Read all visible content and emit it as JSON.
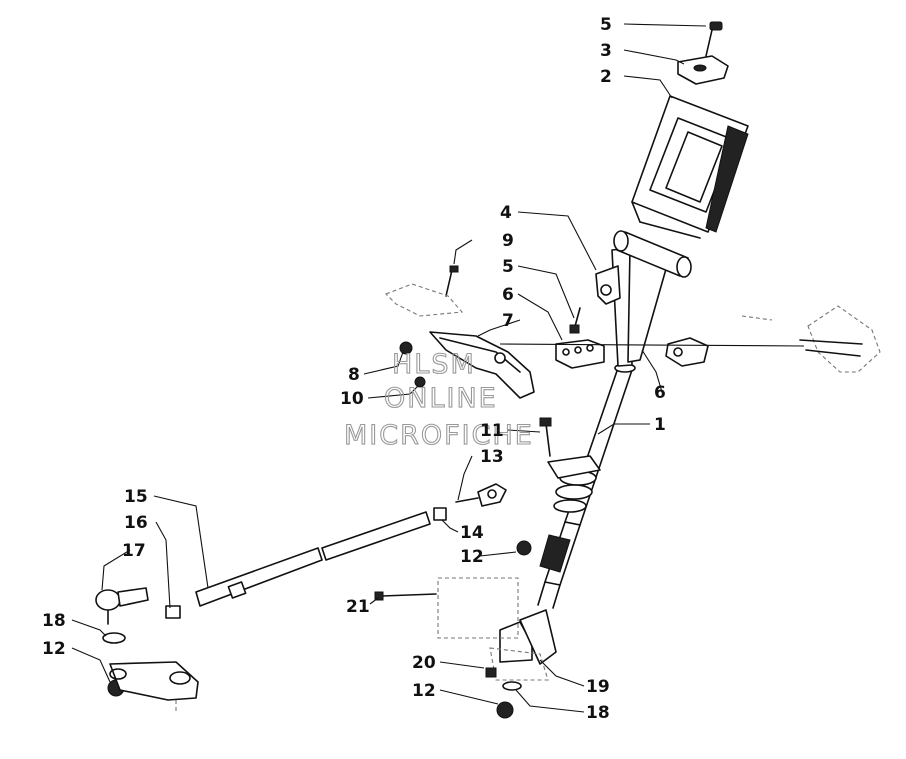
{
  "watermark": {
    "line1": "HLSM",
    "line2": "ONLINE",
    "line3": "MICROFICHE"
  },
  "callouts": [
    {
      "label": "5"
    },
    {
      "label": "3"
    },
    {
      "label": "2"
    },
    {
      "label": "4"
    },
    {
      "label": "9"
    },
    {
      "label": "5"
    },
    {
      "label": "6"
    },
    {
      "label": "7"
    },
    {
      "label": "8"
    },
    {
      "label": "10"
    },
    {
      "label": "11"
    },
    {
      "label": "1"
    },
    {
      "label": "6"
    },
    {
      "label": "13"
    },
    {
      "label": "15"
    },
    {
      "label": "16"
    },
    {
      "label": "14"
    },
    {
      "label": "17"
    },
    {
      "label": "12"
    },
    {
      "label": "18"
    },
    {
      "label": "12"
    },
    {
      "label": "21"
    },
    {
      "label": "20"
    },
    {
      "label": "19"
    },
    {
      "label": "12"
    },
    {
      "label": "18"
    }
  ]
}
